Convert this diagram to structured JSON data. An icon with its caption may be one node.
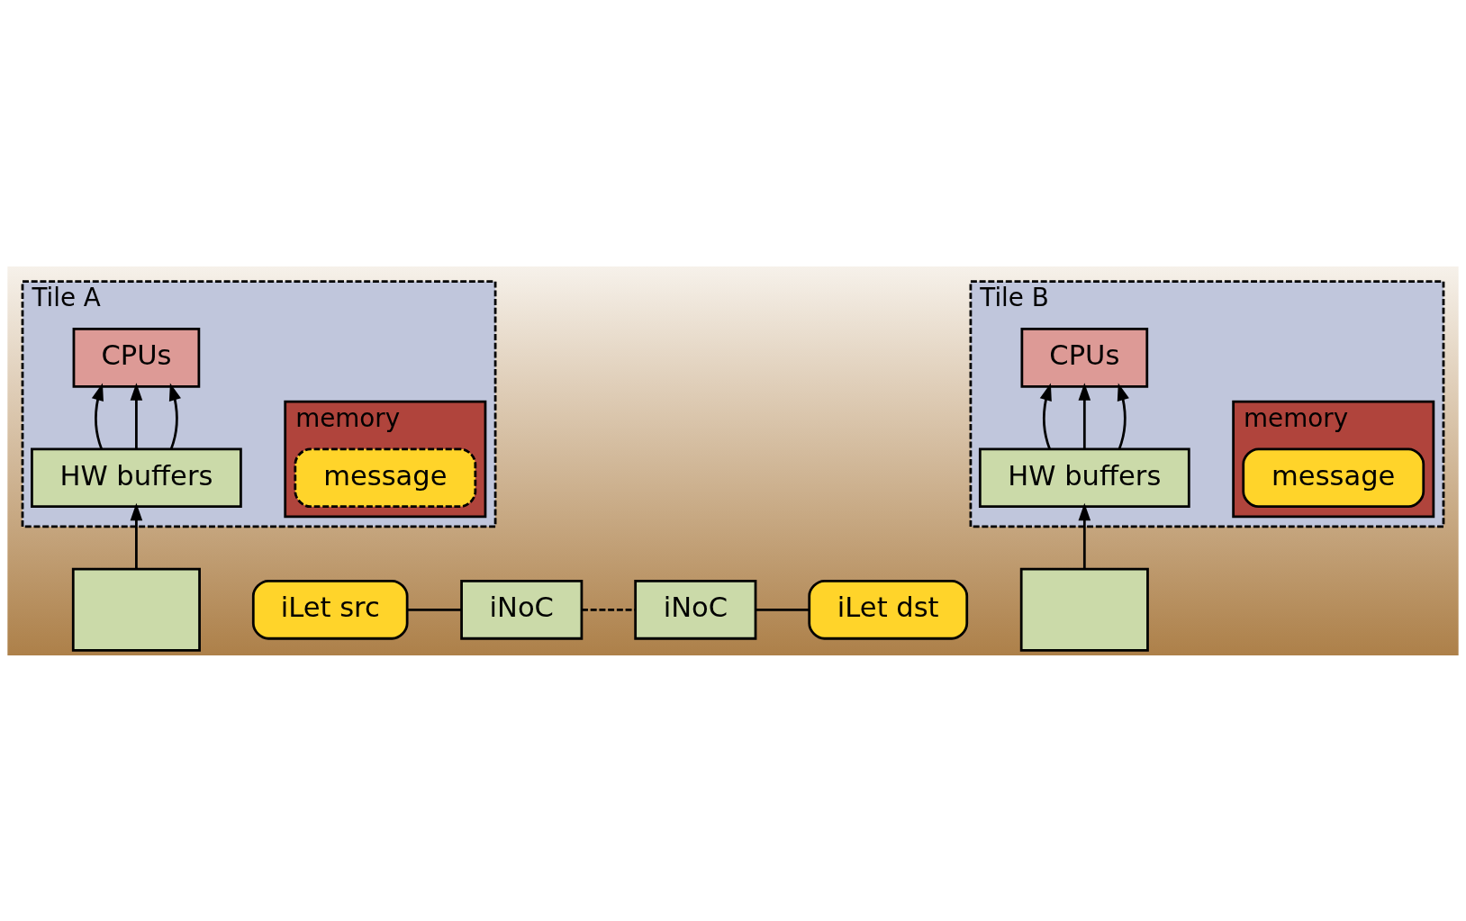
{
  "diagram": {
    "nodes": [
      {
        "text": [
          "Tile A"
        ]
      },
      {
        "text": [
          "CPUs"
        ],
        "in": 0
      },
      {
        "text": [
          "memory"
        ],
        "in": 0
      },
      {
        "text": [
          "message"
        ],
        "in": 2
      },
      {
        "text": [
          "HW buffers"
        ],
        "in": 0
      },
      {
        "text": [
          "Tile B"
        ]
      },
      {
        "text": [
          "memory"
        ],
        "in": 5
      },
      {
        "text": [
          "message"
        ],
        "in": 6
      },
      {
        "text": [
          "CPUs"
        ],
        "in": 5
      },
      {
        "text": [
          "HW buffers"
        ],
        "in": 5
      },
      {
        "text": [],
        "shape": "box"
      },
      {
        "text": [
          "iLet src"
        ]
      },
      {
        "text": [
          "iNoC"
        ]
      },
      {
        "text": [
          "iNoC"
        ]
      },
      {
        "text": [],
        "shape": "box"
      },
      {
        "text": [
          "iLet dst"
        ]
      }
    ],
    "edges": [
      {
        "from": 4,
        "to": 1,
        "arrow": "to"
      },
      {
        "from": 4,
        "to": 1,
        "arrow": "to"
      },
      {
        "from": 4,
        "to": 1,
        "arrow": "to"
      },
      {
        "from": 10,
        "to": 4,
        "arrow": "to"
      },
      {
        "from": 11,
        "to": 12,
        "arrow": "none"
      },
      {
        "from": 12,
        "to": 13,
        "arrow": "none",
        "style": "dashed"
      },
      {
        "from": 13,
        "to": 15,
        "arrow": "none"
      },
      {
        "from": 14,
        "to": 9,
        "arrow": "to"
      },
      {
        "from": 9,
        "to": 8,
        "arrow": "to"
      },
      {
        "from": 9,
        "to": 8,
        "arrow": "to"
      },
      {
        "from": 9,
        "to": 8,
        "arrow": "to"
      }
    ]
  }
}
